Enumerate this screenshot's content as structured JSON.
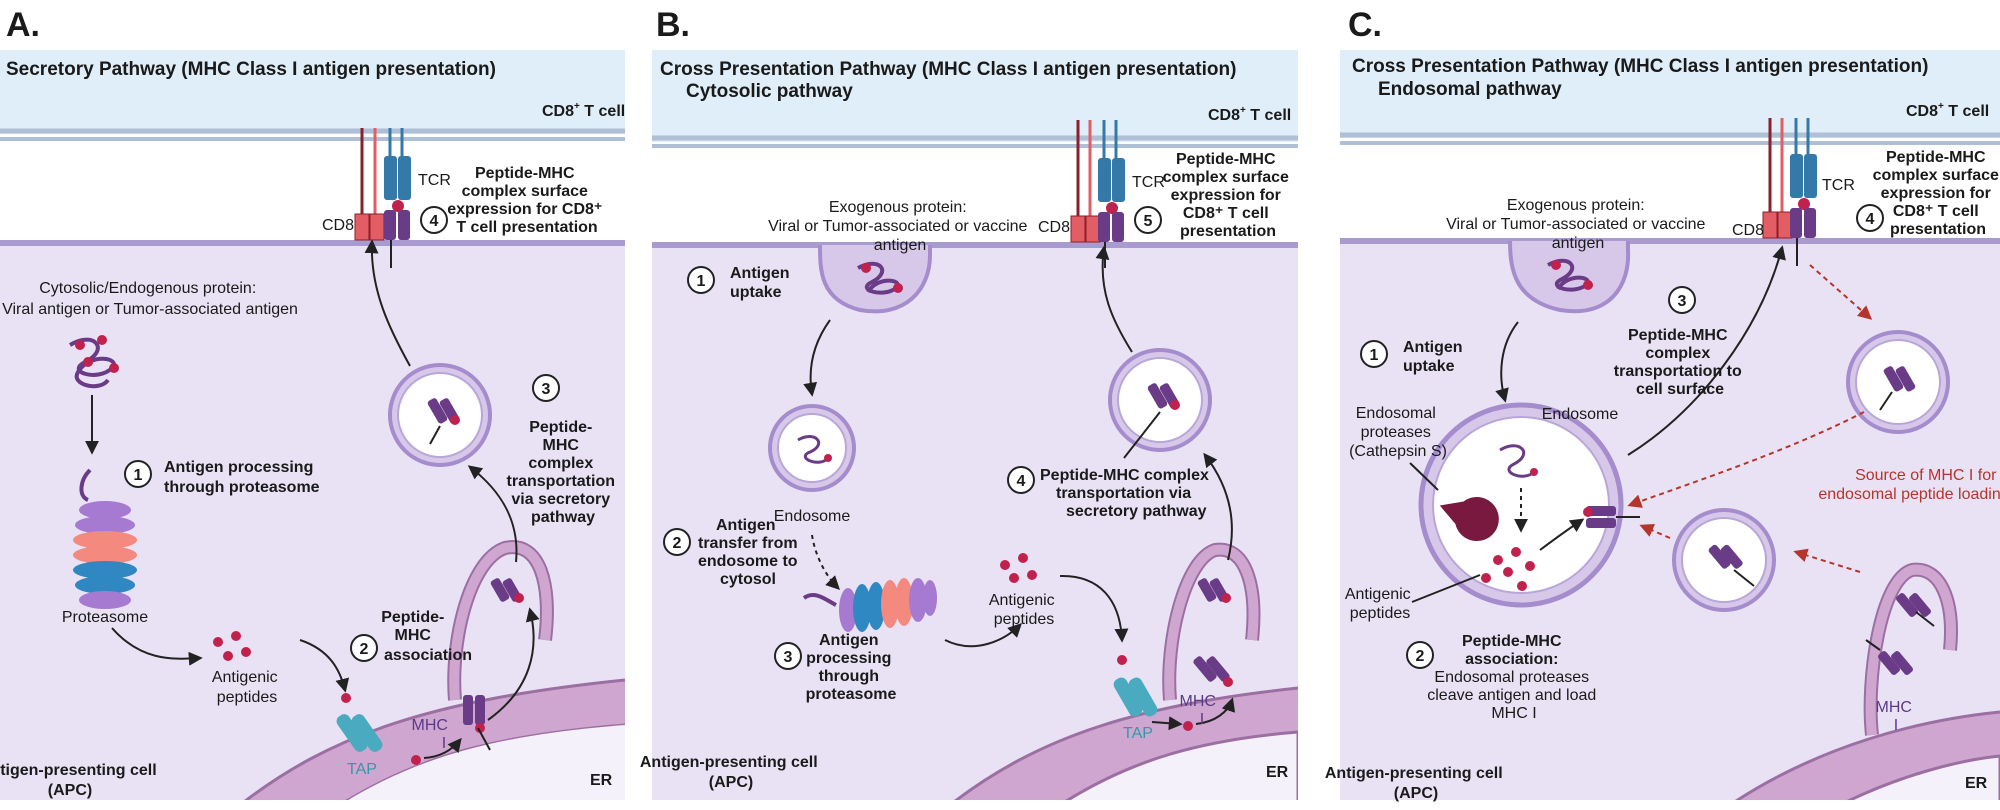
{
  "colors": {
    "tcell_fill": "#dfeef8",
    "membrane": "#a99bd0",
    "cytoplasm": "#e9e2f4",
    "er_fill": "#cfa6cf",
    "er_line": "#9c6fa3",
    "peptide": "#c0224d",
    "mhc": "#6a3b86",
    "tcr": "#3479a8",
    "cd8_red": "#e25d64",
    "cd8_dark": "#8c1f2c",
    "tap": "#4aaac0",
    "proteasome_blue": "#2f88c2",
    "proteasome_pink": "#f4897f",
    "proteasome_purple": "#a77ad1",
    "dashed_red": "#b5352c"
  },
  "panels": [
    {
      "letter": "A.",
      "title": "Secretory Pathway (MHC Class I antigen presentation)",
      "subtitle": "",
      "tcell": "CD8",
      "tcell_sup": "+",
      "tcell_tail": " T cell",
      "cd8": "CD8",
      "tcr": "TCR",
      "apc": [
        "Antigen-presenting cell",
        "(APC)"
      ],
      "er": "ER",
      "protein": [
        "Cytosolic/Endogenous protein:",
        "Viral antigen or Tumor-associated antigen"
      ],
      "proteasome": "Proteasome",
      "peptides": [
        "Antigenic",
        "peptides"
      ],
      "tap": "TAP",
      "mhc": [
        "MHC",
        "I"
      ],
      "steps": [
        {
          "n": "1",
          "text": [
            "Antigen processing",
            "through proteasome"
          ]
        },
        {
          "n": "2",
          "text": [
            "Peptide-",
            "MHC",
            "association"
          ]
        },
        {
          "n": "3",
          "text": [
            "Peptide-",
            "MHC",
            "complex",
            "transportation",
            "via secretory",
            "pathway"
          ]
        },
        {
          "n": "4",
          "text": [
            "Peptide-MHC",
            "complex surface",
            "expression for CD8⁺",
            "T cell presentation"
          ]
        }
      ]
    },
    {
      "letter": "B.",
      "title": "Cross Presentation Pathway (MHC Class I antigen presentation)",
      "subtitle": "Cytosolic pathway",
      "tcell": "CD8",
      "tcell_sup": "+",
      "tcell_tail": " T cell",
      "cd8": "CD8",
      "tcr": "TCR",
      "apc": [
        "Antigen-presenting cell",
        "(APC)"
      ],
      "er": "ER",
      "protein": [
        "Exogenous protein:",
        "Viral or Tumor-associated or vaccine",
        "antigen"
      ],
      "endosome": "Endosome",
      "peptides": [
        "Antigenic",
        "peptides"
      ],
      "tap": "TAP",
      "mhc": [
        "MHC",
        "I"
      ],
      "steps": [
        {
          "n": "1",
          "text": [
            "Antigen",
            "uptake"
          ]
        },
        {
          "n": "2",
          "text": [
            "Antigen",
            "transfer from",
            "endosome to",
            "cytosol"
          ]
        },
        {
          "n": "3",
          "text": [
            "Antigen",
            "processing",
            "through",
            "proteasome"
          ]
        },
        {
          "n": "4",
          "text": [
            "Peptide-MHC complex",
            "transportation via",
            "secretory pathway"
          ]
        },
        {
          "n": "5",
          "text": [
            "Peptide-MHC",
            "complex surface",
            "expression for",
            "CD8⁺ T cell",
            "presentation"
          ]
        }
      ]
    },
    {
      "letter": "C.",
      "title": "Cross Presentation Pathway (MHC Class I antigen presentation)",
      "subtitle": "Endosomal pathway",
      "tcell": "CD8",
      "tcell_sup": "+",
      "tcell_tail": " T cell",
      "cd8": "CD8",
      "tcr": "TCR",
      "apc": [
        "Antigen-presenting cell",
        "(APC)"
      ],
      "er": "ER",
      "protein": [
        "Exogenous protein:",
        "Viral or Tumor-associated or vaccine",
        "antigen"
      ],
      "endosome": "Endosome",
      "proteases": [
        "Endosomal",
        "proteases",
        "(Cathepsin S)"
      ],
      "peptides": [
        "Antigenic",
        "peptides"
      ],
      "mhc": [
        "MHC",
        "I"
      ],
      "source": [
        "Source of MHC I for",
        "endosomal peptide loading"
      ],
      "steps": [
        {
          "n": "1",
          "text": [
            "Antigen",
            "uptake"
          ]
        },
        {
          "n": "2",
          "text": [
            "Peptide-MHC",
            "association:",
            "Endosomal proteases",
            "cleave antigen and load",
            "MHC I"
          ]
        },
        {
          "n": "3",
          "text": [
            "Peptide-MHC",
            "complex",
            "transportation to",
            "cell surface"
          ]
        },
        {
          "n": "4",
          "text": [
            "Peptide-MHC",
            "complex surface",
            "expression for",
            "CD8⁺ T cell",
            "presentation"
          ]
        }
      ]
    }
  ]
}
